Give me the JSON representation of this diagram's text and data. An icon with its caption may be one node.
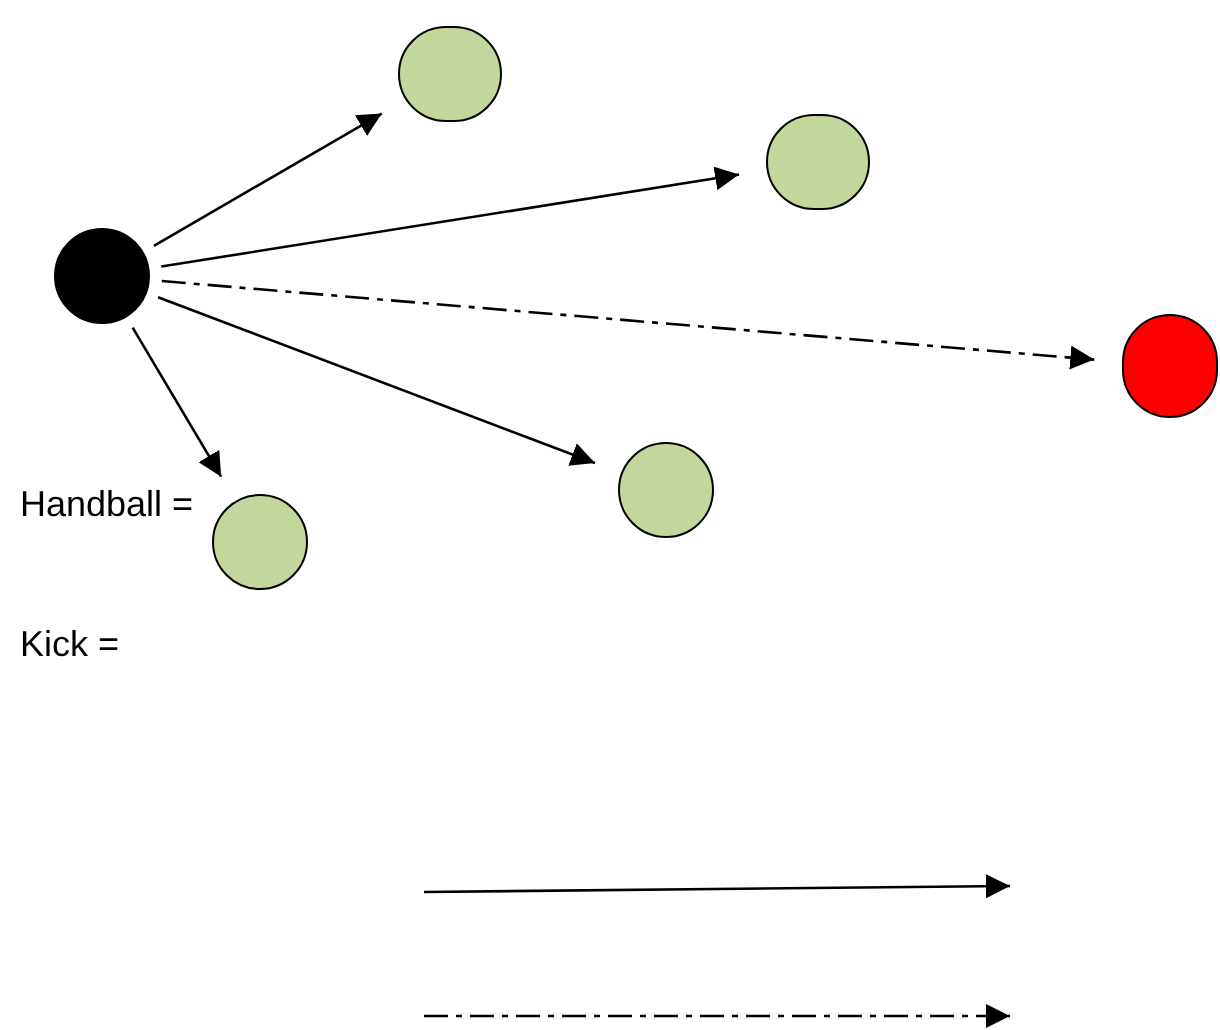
{
  "diagram": {
    "nodes": [
      {
        "text": [],
        "shape": "circle"
      },
      {
        "text": [],
        "shape": "circle"
      },
      {
        "text": [],
        "shape": "circle"
      },
      {
        "text": [],
        "shape": "circle"
      },
      {
        "text": [],
        "shape": "circle"
      },
      {
        "text": [],
        "shape": "circle"
      }
    ],
    "edges": [
      {
        "from": 0,
        "to": 1,
        "arrow": "to"
      },
      {
        "from": 0,
        "to": 2,
        "arrow": "to"
      },
      {
        "from": 0,
        "to": 3,
        "arrow": "to",
        "style": "dashed"
      },
      {
        "from": 0,
        "to": 4,
        "arrow": "to"
      },
      {
        "from": 0,
        "to": 5,
        "arrow": "to"
      }
    ],
    "legend": [
      {
        "text": "Handball ="
      },
      {
        "text": "Kick ="
      }
    ]
  }
}
